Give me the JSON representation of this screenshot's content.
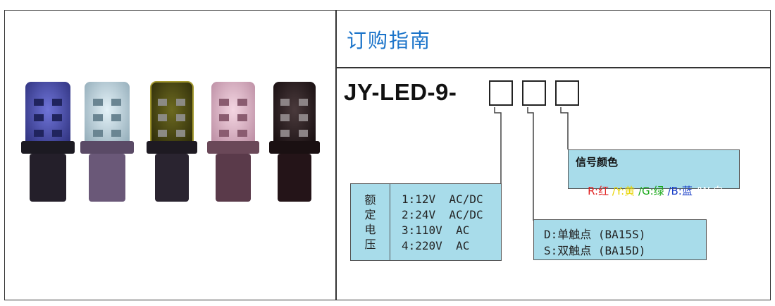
{
  "title": "订购指南",
  "model_prefix": "JY-LED-9-",
  "voltage": {
    "label_chars": [
      "额",
      "定",
      "电",
      "压"
    ],
    "rows": [
      "1:12V  AC/DC",
      "2:24V  AC/DC",
      "3:110V  AC",
      "4:220V  AC"
    ]
  },
  "contacts": {
    "rows": [
      "D:单触点 (BA15S)",
      "S:双触点 (BA15D)"
    ]
  },
  "signal_color": {
    "title": "信号颜色",
    "items": [
      {
        "text": "R:",
        "color": "#e02020"
      },
      {
        "text": "红",
        "color": "#e02020"
      },
      {
        "text": " /Y:",
        "color": "#e8d400"
      },
      {
        "text": "黄",
        "color": "#e8d400"
      },
      {
        "text": " /G:",
        "color": "#18a818"
      },
      {
        "text": "绿",
        "color": "#18a818"
      },
      {
        "text": " /B:",
        "color": "#1a3fc8"
      },
      {
        "text": "蓝",
        "color": "#1a3fc8"
      },
      {
        "text": " /W:",
        "color": "#ffffff"
      },
      {
        "text": "白",
        "color": "#ffffff"
      }
    ]
  },
  "colors": {
    "title_blue": "#1a73c9",
    "box_fill": "#a8dcea"
  }
}
